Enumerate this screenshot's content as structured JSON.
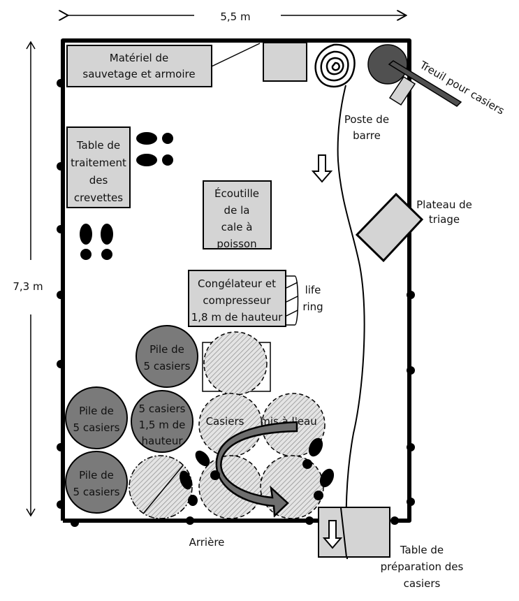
{
  "diagram": {
    "type": "deck-layout-plan",
    "dimensions": {
      "width_label": "5,5 m",
      "length_label": "7,3 m"
    },
    "stern_label": "Arrière",
    "colors": {
      "table_fill": "#d4d4d4",
      "stack_fill": "#7a7a7a",
      "winch_fill": "#505050",
      "wall": "#000000"
    },
    "labels": {
      "safety_cabinet": [
        "Matériel de",
        "sauvetage et armoire"
      ],
      "shrimp_table": [
        "Table de",
        "traitement",
        "des",
        "crevettes"
      ],
      "hatch": [
        "Écoutille",
        "de la",
        "cale à",
        "poisson"
      ],
      "freezer": [
        "Congélateur et",
        "compresseur",
        "1,8 m de hauteur"
      ],
      "life_ring": [
        "life",
        "ring"
      ],
      "helm": [
        "Poste de",
        "barre"
      ],
      "winch": "Treuil pour casiers",
      "sorting_tray": [
        "Plateau de",
        "triage"
      ],
      "prep_table": [
        "Table de",
        "préparation des",
        "casiers"
      ],
      "stack_a": [
        "Pile de",
        "5 casiers"
      ],
      "stack_b": [
        "Pile de",
        "5 casiers"
      ],
      "stack_c": [
        "Pile de",
        "5 casiers"
      ],
      "stack_tall": [
        "5 casiers",
        "1,5 m de",
        "hauteur"
      ],
      "deployed_traps_1": "Casiers",
      "deployed_traps_2": "mis à l'eau"
    }
  }
}
